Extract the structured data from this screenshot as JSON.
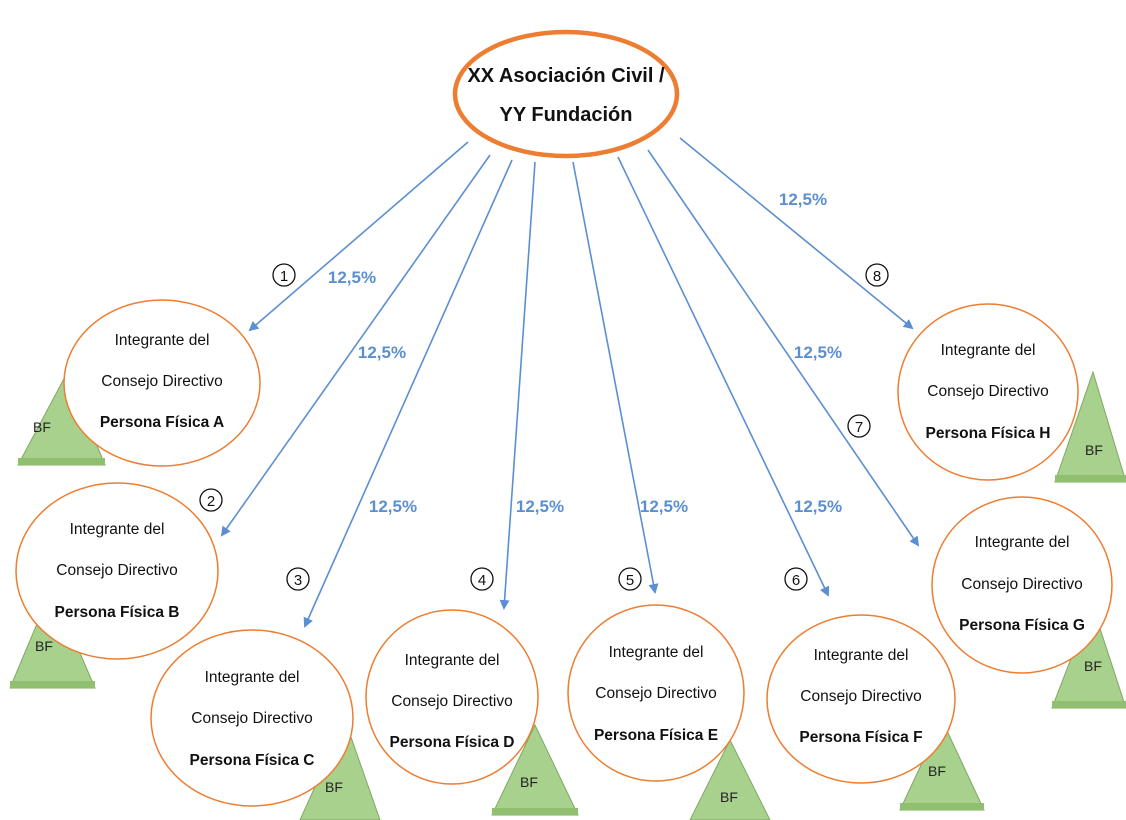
{
  "colors": {
    "node_border": "#ed7d31",
    "arrow": "#5b8fd1",
    "percent_text": "#5b8fd1",
    "triangle_fill": "#a9d18e",
    "triangle_edge": "#7fa862"
  },
  "root": {
    "line1": "XX Asociación Civil /",
    "line2": "YY Fundación"
  },
  "members": [
    {
      "number": "1",
      "line1": "Integrante del",
      "line2": "Consejo Directivo",
      "name": "Persona Física A",
      "percent": "12,5%",
      "badge": "BF"
    },
    {
      "number": "2",
      "line1": "Integrante del",
      "line2": "Consejo Directivo",
      "name": "Persona Física B",
      "percent": "12,5%",
      "badge": "BF"
    },
    {
      "number": "3",
      "line1": "Integrante del",
      "line2": "Consejo Directivo",
      "name": "Persona Física C",
      "percent": "12,5%",
      "badge": "BF"
    },
    {
      "number": "4",
      "line1": "Integrante del",
      "line2": "Consejo Directivo",
      "name": "Persona Física D",
      "percent": "12,5%",
      "badge": "BF"
    },
    {
      "number": "5",
      "line1": "Integrante del",
      "line2": "Consejo Directivo",
      "name": "Persona Física E",
      "percent": "12,5%",
      "badge": "BF"
    },
    {
      "number": "6",
      "line1": "Integrante del",
      "line2": "Consejo Directivo",
      "name": "Persona Física F",
      "percent": "12,5%",
      "badge": "BF"
    },
    {
      "number": "7",
      "line1": "Integrante del",
      "line2": "Consejo Directivo",
      "name": "Persona Física G",
      "percent": "12,5%",
      "badge": "BF"
    },
    {
      "number": "8",
      "line1": "Integrante del",
      "line2": "Consejo Directivo",
      "name": "Persona Física H",
      "percent": "12,5%",
      "badge": "BF"
    }
  ]
}
